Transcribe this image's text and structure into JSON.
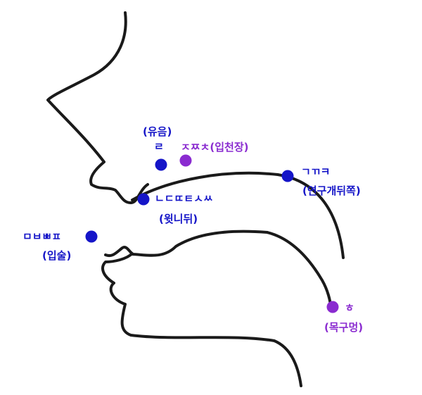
{
  "colors": {
    "outline": "#1a1a1a",
    "blue": "#1515c8",
    "purple": "#8a2bd0",
    "background": "#ffffff"
  },
  "labels": {
    "vowel_title": "(유음)",
    "vowel_letter": "ㄹ",
    "palate": "ㅈㅉㅊ(입천장)",
    "velar_consonants": "ㄱㄲㅋ",
    "velar_place": "(연구개뒤쪽)",
    "alveolar_consonants": "ㄴㄷㄸㅌㅅㅆ",
    "alveolar_place": "(윗니뒤)",
    "labial_consonants": "ㅁㅂㅃㅍ",
    "labial_place": "(입술)",
    "glottal_consonant": "ㅎ",
    "glottal_place": "(목구멍)"
  }
}
